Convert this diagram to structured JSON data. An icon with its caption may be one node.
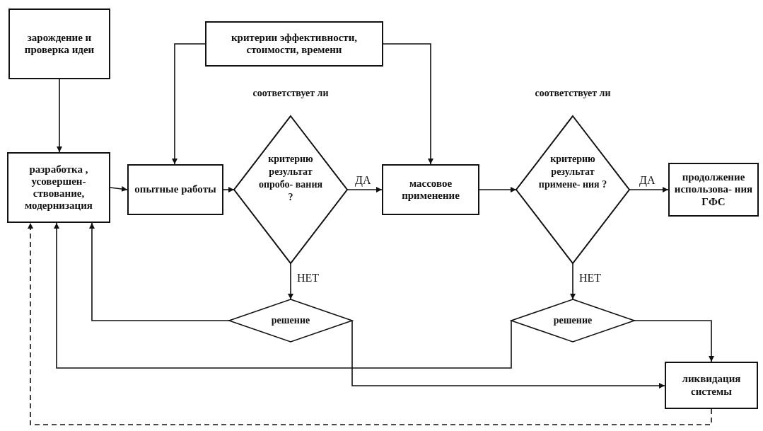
{
  "diagram": {
    "nodes": [
      {
        "text": [
          "зарождение и проверка идеи"
        ]
      },
      {
        "text": [
          "критерии эффективности, стоимости, времени"
        ]
      },
      {
        "text": [
          "разработка , усовершен- ствование, модернизация"
        ]
      },
      {
        "text": [
          "опытные работы"
        ]
      },
      {
        "text": [
          "соответствует ли",
          "критерию результат опробо- вания ?"
        ]
      },
      {
        "text": [
          "массовое применение"
        ]
      },
      {
        "text": [
          "соответствует ли",
          "критерию результат примене- ния ?"
        ]
      },
      {
        "text": [
          "продолжение использова- ния ГФС"
        ]
      },
      {
        "text": [
          "решение"
        ]
      },
      {
        "text": [
          "решение"
        ]
      },
      {
        "text": [
          "ликвидация системы"
        ]
      }
    ],
    "edges": [
      {
        "from": 0,
        "to": 2,
        "arrow": "to"
      },
      {
        "from": 1,
        "to": 3,
        "arrow": "to"
      },
      {
        "from": 1,
        "to": 5,
        "arrow": "to"
      },
      {
        "from": 2,
        "to": 3,
        "arrow": "to"
      },
      {
        "from": 3,
        "to": 4,
        "arrow": "to"
      },
      {
        "from": 4,
        "to": 5,
        "arrow": "to",
        "label": "ДА"
      },
      {
        "from": 5,
        "to": 6,
        "arrow": "to"
      },
      {
        "from": 6,
        "to": 7,
        "arrow": "to",
        "label": "ДА"
      },
      {
        "from": 4,
        "to": 8,
        "arrow": "to",
        "label": "НЕТ"
      },
      {
        "from": 6,
        "to": 9,
        "arrow": "to",
        "label": "НЕТ"
      },
      {
        "from": 8,
        "to": 2,
        "arrow": "to"
      },
      {
        "from": 8,
        "to": 10,
        "arrow": "to"
      },
      {
        "from": 9,
        "to": 2,
        "arrow": "to"
      },
      {
        "from": 9,
        "to": 10,
        "arrow": "to"
      },
      {
        "from": 10,
        "to": 2,
        "arrow": "to",
        "style": "dashed"
      }
    ]
  }
}
